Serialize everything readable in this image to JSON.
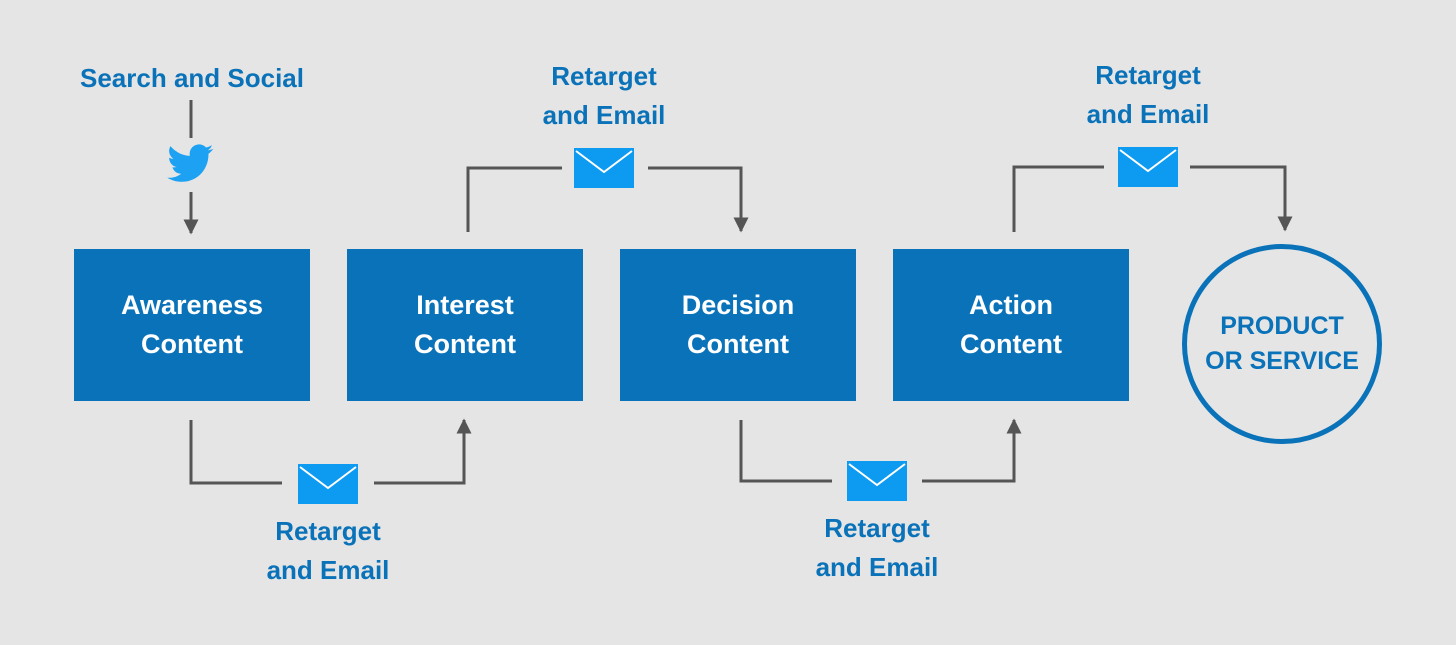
{
  "source": {
    "label": "Search and Social",
    "icon": "twitter-bird-icon"
  },
  "stages": [
    {
      "line1": "Awareness",
      "line2": "Content"
    },
    {
      "line1": "Interest",
      "line2": "Content"
    },
    {
      "line1": "Decision",
      "line2": "Content"
    },
    {
      "line1": "Action",
      "line2": "Content"
    }
  ],
  "goal": {
    "line1": "PRODUCT",
    "line2": "OR SERVICE"
  },
  "retarget": [
    {
      "line1": "Retarget",
      "line2": "and Email",
      "icon": "envelope-icon"
    },
    {
      "line1": "Retarget",
      "line2": "and Email",
      "icon": "envelope-icon"
    },
    {
      "line1": "Retarget",
      "line2": "and Email",
      "icon": "envelope-icon"
    },
    {
      "line1": "Retarget",
      "line2": "and Email",
      "icon": "envelope-icon"
    }
  ],
  "colors": {
    "background": "#e5e5e5",
    "primary_blue": "#0a72b8",
    "envelope_blue": "#0d9af1",
    "connector_gray": "#555555",
    "twitter_blue": "#1da1f2"
  }
}
